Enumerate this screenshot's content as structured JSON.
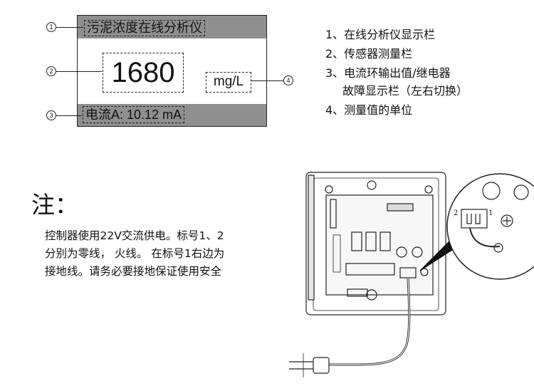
{
  "display": {
    "title": "污泥浓度在线分析仪",
    "value": "1680",
    "unit": "mg/L",
    "status": "电流A: 10.12 mA"
  },
  "callouts": [
    "1",
    "2",
    "3",
    "4"
  ],
  "legend": [
    "1、在线分析仪显示栏",
    "2、传感器测量栏",
    "3、电流环输出值/继电器",
    "故障显示栏（左右切换）",
    "4、测量值的单位"
  ],
  "note": {
    "heading": "注：",
    "lines": [
      "控制器使用22V交流供电。标号1、2",
      "分别为零线， 火线。 在标号1右边为",
      "接地线。请务必要接地保证使用安全"
    ]
  },
  "figure": {
    "terminal_labels": [
      "2",
      "1"
    ]
  }
}
